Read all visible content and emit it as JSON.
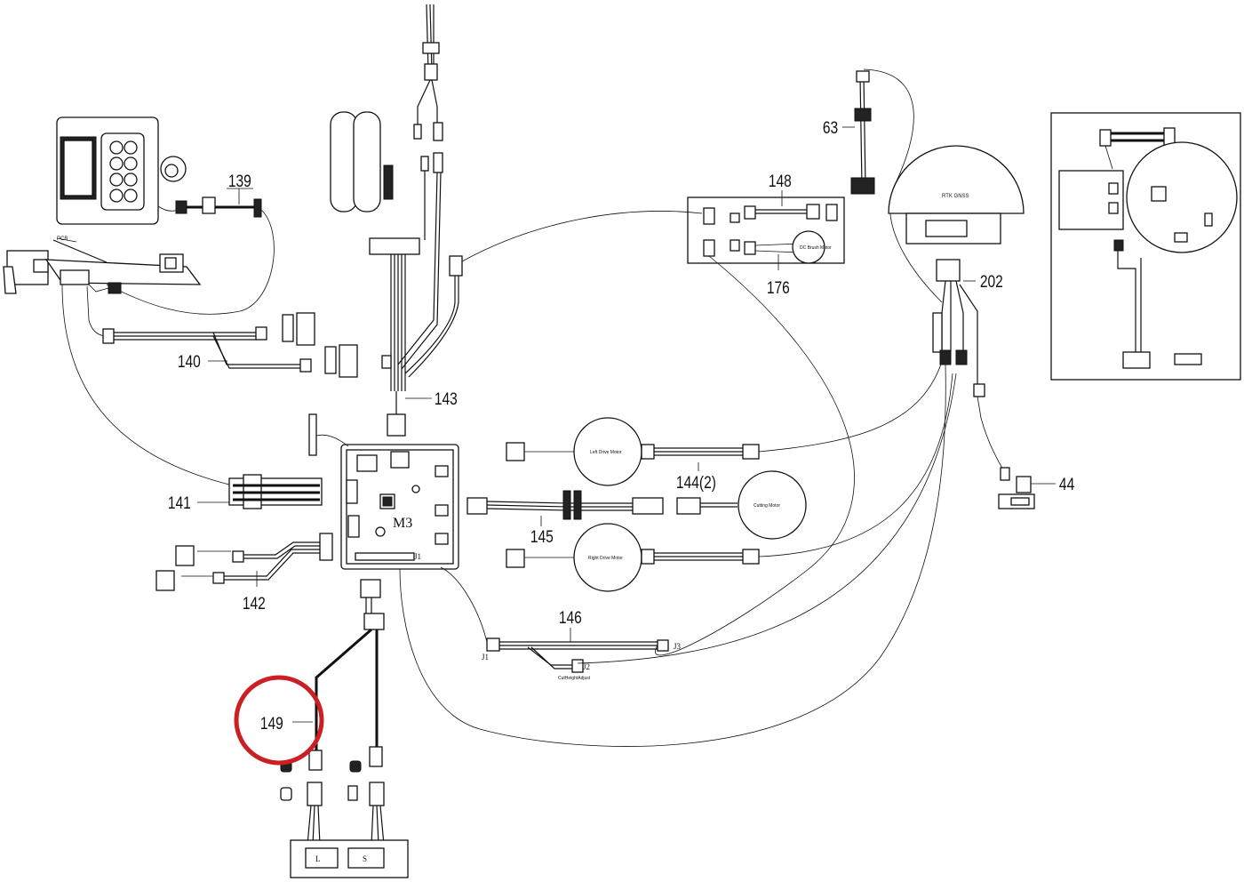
{
  "callouts": {
    "c139": "139",
    "c140": "140",
    "c141": "141",
    "c142": "142",
    "c143": "143",
    "c144": "144(2)",
    "c145": "145",
    "c146": "146",
    "c148": "148",
    "c149": "149",
    "c176": "176",
    "c202": "202",
    "c63": "63",
    "c44": "44"
  },
  "labels": {
    "pcb": "PCB",
    "mainboard": "M3",
    "j1_board": "J1",
    "j1_harness": "J1",
    "j2_harness": "J2",
    "j3_harness": "J3",
    "left_drive_motor": "Left Drive Motor",
    "right_drive_motor": "Right Drive Motor",
    "cutting_motor": "Cutting Motor",
    "dc_brush_motor": "DC Brush Motor",
    "cut_height_adjust": "CutHeightAdjust",
    "rtk_gnss": "RTK GNSS",
    "s_switch": "S",
    "l_switch": "L"
  },
  "highlight": {
    "target": "149",
    "color": "#cc1f24"
  }
}
